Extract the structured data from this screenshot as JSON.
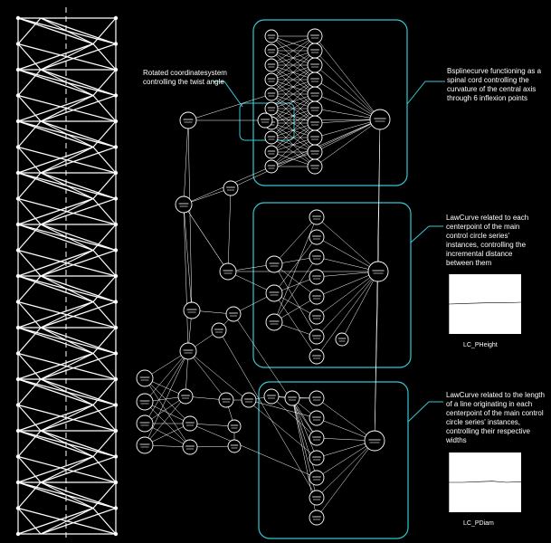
{
  "colors": {
    "background": "#000000",
    "lines": "#ffffff",
    "group_frame": "#33c7d4"
  },
  "annotations": {
    "rotated": "Rotated coordinatesystem controlling the twist angle",
    "bspline": "Bsplinecurve functioning as a spinal cord controlling the curvature of the central axis through 6 inflexion points",
    "lawcurve_height": "LawCurve related to each centerpoint of the main control circle series' instances, controlling the incremental distance between them",
    "lawcurve_diam": "LawCurve related to the length of a line originating in each centerpoint of the main control circle series' instances, controlling their respective widths"
  },
  "charts": {
    "height_label": "LC_PHeight",
    "diam_label": "LC_PDiam"
  },
  "chart_data": [
    {
      "type": "line",
      "title": "LC_PHeight",
      "xlabel": "",
      "ylabel": "",
      "series": [
        {
          "values": [
            0.5,
            0.51,
            0.52,
            0.52,
            0.53
          ]
        }
      ],
      "ylim": [
        0,
        1
      ],
      "grid": false
    },
    {
      "type": "line",
      "title": "LC_PDiam",
      "xlabel": "",
      "ylabel": "",
      "series": [
        {
          "values": [
            0.5,
            0.5,
            0.51,
            0.52,
            0.5,
            0.51
          ]
        }
      ],
      "ylim": [
        0,
        1
      ],
      "grid": false
    }
  ]
}
